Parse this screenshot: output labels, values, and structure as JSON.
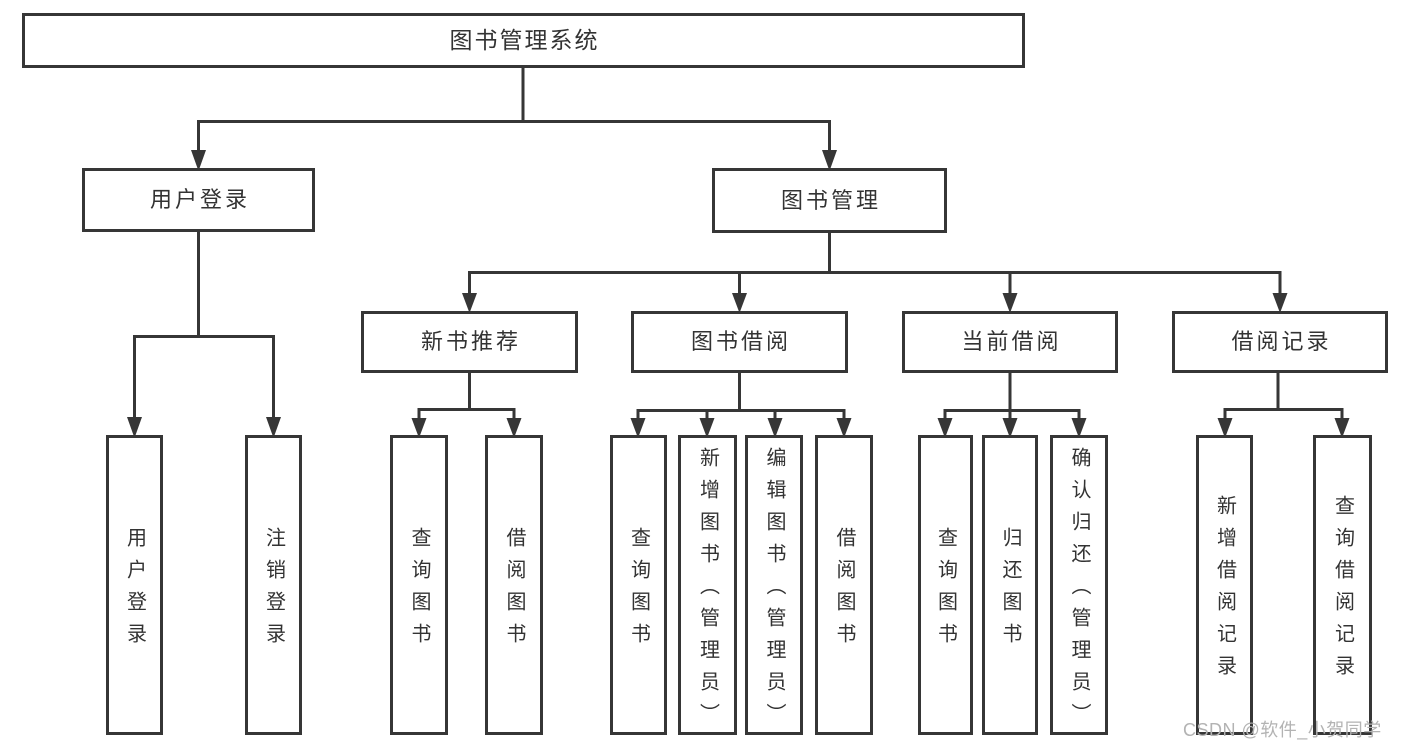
{
  "diagram": {
    "root": {
      "label": "图书管理系统"
    },
    "level2": {
      "user_login": {
        "label": "用户登录"
      },
      "book_management": {
        "label": "图书管理"
      }
    },
    "level3": {
      "new_book_recommend": {
        "label": "新书推荐"
      },
      "book_borrow": {
        "label": "图书借阅"
      },
      "current_borrow": {
        "label": "当前借阅"
      },
      "borrow_records": {
        "label": "借阅记录"
      }
    },
    "leaves": {
      "login": [
        "用户登录",
        "注销登录"
      ],
      "recommend": [
        "查询图书",
        "借阅图书"
      ],
      "borrow": [
        "查询图书",
        "新增图书（管理员）",
        "编辑图书（管理员）",
        "借阅图书"
      ],
      "current": [
        "查询图书",
        "归还图书",
        "确认归还（管理员）"
      ],
      "records": [
        "新增借阅记录",
        "查询借阅记录"
      ]
    }
  },
  "watermark": {
    "text": "CSDN @软件_小贺同学"
  },
  "colors": {
    "line": "#363636",
    "box_border": "#363636",
    "text": "#333333",
    "background": "#ffffff",
    "watermark": "#b3b3b3"
  }
}
